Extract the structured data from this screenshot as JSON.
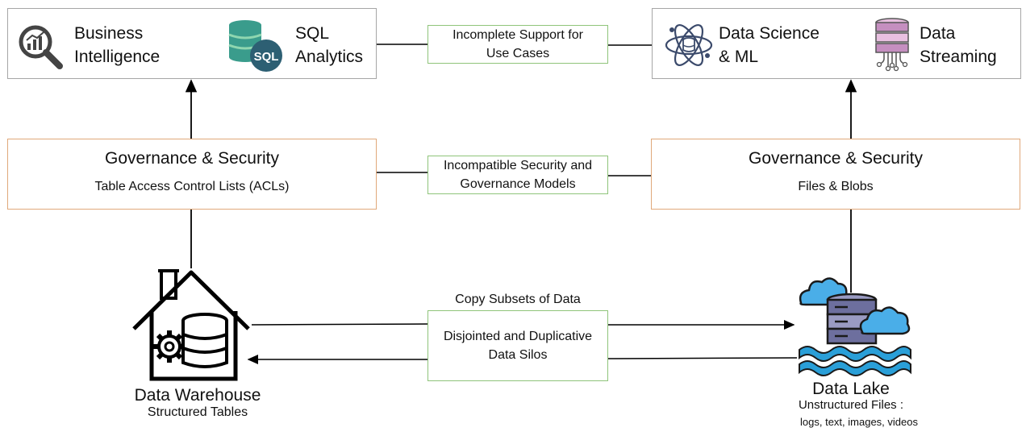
{
  "consumers_left": {
    "bi_label_line1": "Business",
    "bi_label_line2": "Intelligence",
    "sql_label_line1": "SQL",
    "sql_label_line2": "Analytics",
    "sql_icon_text": "SQL"
  },
  "consumers_right": {
    "ds_label_line1": "Data Science",
    "ds_label_line2": "& ML",
    "stream_label_line1": "Data",
    "stream_label_line2": "Streaming"
  },
  "issues": {
    "top_line1": "Incomplete Support for",
    "top_line2": "Use Cases",
    "middle_line1": "Incompatible Security and",
    "middle_line2": "Governance Models",
    "bottom_caption": "Copy Subsets of Data",
    "bottom_line1": "Disjointed and Duplicative",
    "bottom_line2": "Data Silos"
  },
  "governance_left": {
    "title": "Governance & Security",
    "subtitle": "Table Access Control Lists (ACLs)"
  },
  "governance_right": {
    "title": "Governance & Security",
    "subtitle": "Files & Blobs"
  },
  "warehouse": {
    "title": "Data Warehouse",
    "subtitle": "Structured Tables"
  },
  "lake": {
    "title": "Data Lake",
    "subtitle_line1": "Unstructured Files :",
    "subtitle_line2": "logs, text, images, videos"
  },
  "colors": {
    "issue_border": "#8fc47a",
    "governance_border": "#e0a87a",
    "consumer_border": "#a6a6a6",
    "sql_db": "#3a9c8c",
    "sql_badge": "#2d5f73",
    "stream_db": "#c58fc0",
    "lake_db": "#6d6f9e",
    "cloud": "#4aaee8",
    "water": "#2a9fd8"
  }
}
